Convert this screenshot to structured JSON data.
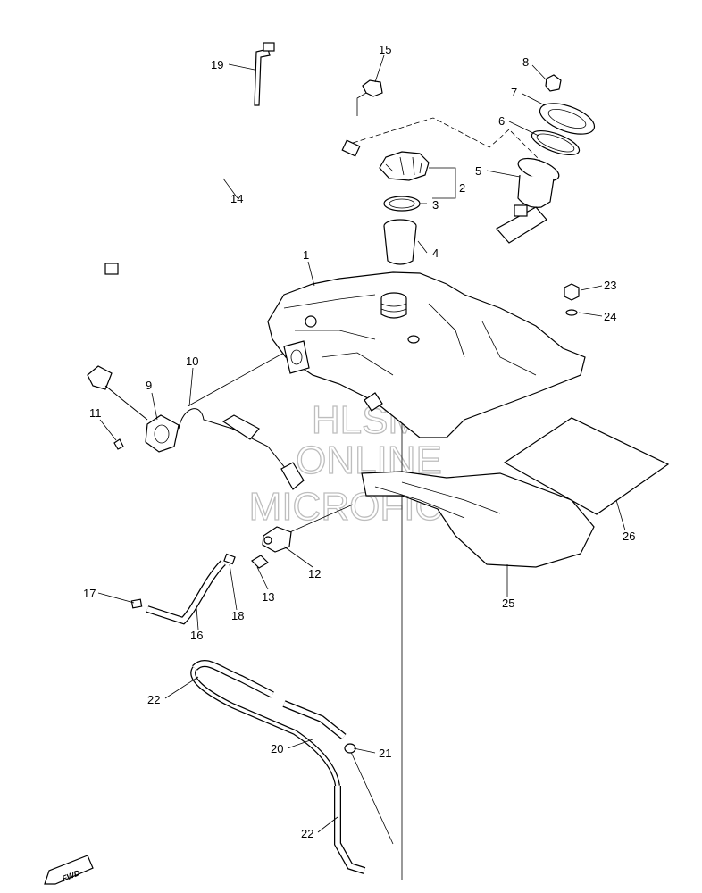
{
  "diagram": {
    "callouts": [
      "1",
      "2",
      "3",
      "4",
      "5",
      "6",
      "7",
      "8",
      "9",
      "10",
      "11",
      "12",
      "13",
      "14",
      "15",
      "16",
      "17",
      "18",
      "19",
      "20",
      "21",
      "22",
      "22",
      "23",
      "24",
      "25",
      "26"
    ]
  },
  "watermark": {
    "line1": "HLSM",
    "line2": "ONLINE",
    "line3": "MICROFICHE"
  },
  "fwd_label": "FWD"
}
